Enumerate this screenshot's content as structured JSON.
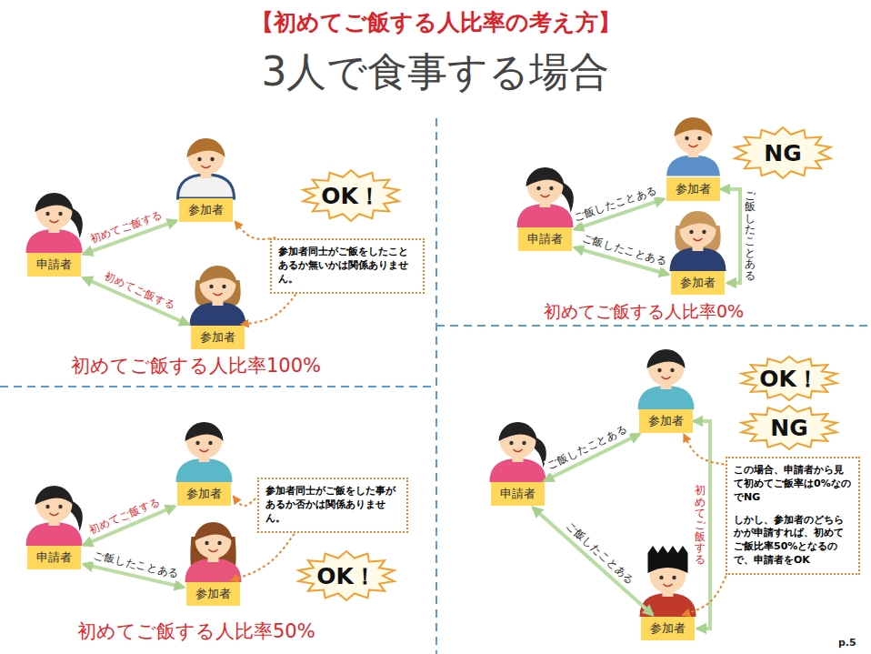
{
  "diagram": {
    "title": "【初めてご飯する人比率の考え方】",
    "nodes": [
      {
        "text": [
          "申請者"
        ]
      },
      {
        "text": [
          "参加者"
        ]
      },
      {
        "text": [
          "参加者"
        ]
      },
      {
        "text": [
          "OK！"
        ]
      },
      {
        "text": [
          "参加者同士がご飯をしたことあるか無いかは関係ありません。"
        ]
      },
      {
        "text": [
          "申請者"
        ]
      },
      {
        "text": [
          "参加者"
        ]
      },
      {
        "text": [
          "参加者"
        ]
      },
      {
        "text": [
          "NG"
        ]
      },
      {
        "text": [
          "申請者"
        ]
      },
      {
        "text": [
          "参加者"
        ]
      },
      {
        "text": [
          "参加者"
        ]
      },
      {
        "text": [
          "参加者同士がご飯をした事があるか否かは関係ありません。"
        ]
      },
      {
        "text": [
          "OK！"
        ]
      },
      {
        "text": [
          "申請者"
        ]
      },
      {
        "text": [
          "参加者"
        ]
      },
      {
        "text": [
          "参加者"
        ]
      },
      {
        "text": [
          "OK！"
        ]
      },
      {
        "text": [
          "NG"
        ]
      },
      {
        "text": [
          "この場合、申請者から見て初めてご飯率は0%なのでNG",
          "しかし、参加者のどちらかが申請すれば、初めてご飯比率50%となるので、申請者をOK"
        ]
      }
    ],
    "edges": [
      {
        "from": 0,
        "to": 1,
        "label": "初めてご飯する",
        "arrow": "both"
      },
      {
        "from": 0,
        "to": 2,
        "label": "初めてご飯する",
        "arrow": "both"
      },
      {
        "from": 4,
        "to": 1,
        "arrow": "to"
      },
      {
        "from": 4,
        "to": 2,
        "arrow": "to"
      },
      {
        "from": 5,
        "to": 6,
        "label": "ご飯したことある",
        "arrow": "both"
      },
      {
        "from": 5,
        "to": 7,
        "label": "ご飯したことある",
        "arrow": "both"
      },
      {
        "from": 6,
        "to": 7,
        "label": "ご飯したことある",
        "arrow": "both"
      },
      {
        "from": 9,
        "to": 10,
        "label": "初めてご飯する",
        "arrow": "both"
      },
      {
        "from": 9,
        "to": 11,
        "label": "ご飯したことある",
        "arrow": "both"
      },
      {
        "from": 12,
        "to": 10,
        "arrow": "to"
      },
      {
        "from": 12,
        "to": 11,
        "arrow": "to"
      },
      {
        "from": 14,
        "to": 15,
        "label": "ご飯したことある",
        "arrow": "both"
      },
      {
        "from": 14,
        "to": 16,
        "label": "ご飯したことある",
        "arrow": "both"
      },
      {
        "from": 15,
        "to": 16,
        "label": "初めてご飯する",
        "arrow": "both"
      },
      {
        "from": 19,
        "to": 15,
        "arrow": "to"
      },
      {
        "from": 19,
        "to": 16,
        "arrow": "to"
      }
    ],
    "labels": [
      "3人で食事する場合",
      "初めてご飯する人比率100%",
      "初めてご飯する人比率0%",
      "初めてご飯する人比率50%",
      "p.5"
    ]
  }
}
